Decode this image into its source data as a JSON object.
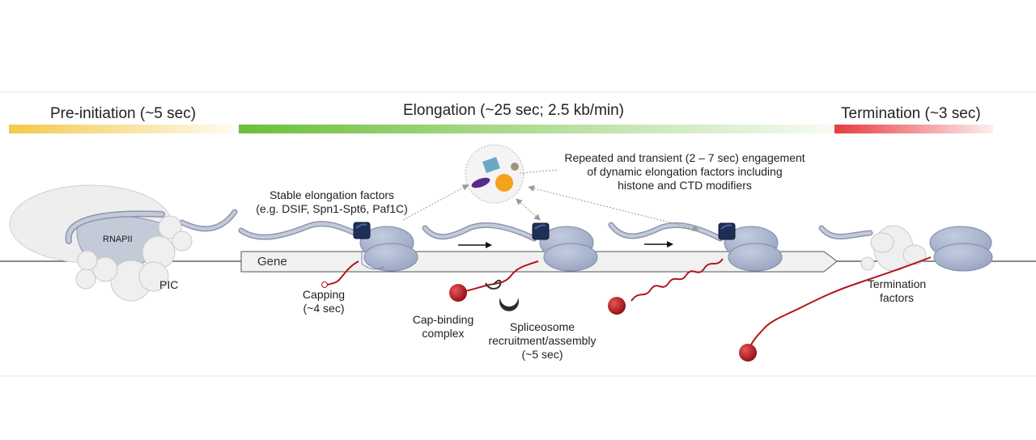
{
  "phases": {
    "preinitiation": "Pre-initiation (~5 sec)",
    "elongation": "Elongation (~25 sec; 2.5 kb/min)",
    "termination": "Termination (~3 sec)"
  },
  "labels": {
    "rnapii": "RNAPII",
    "pic": "PIC",
    "gene": "Gene",
    "stable_line1": "Stable elongation factors",
    "stable_line2": "(e.g. DSIF, Spn1-Spt6, Paf1C)",
    "dynamic_line1": "Repeated and transient (2 – 7 sec) engagement",
    "dynamic_line2": "of dynamic elongation factors including",
    "dynamic_line3": "histone and CTD modifiers",
    "capping_line1": "Capping",
    "capping_line2": "(~4 sec)",
    "capbinding_line1": "Cap-binding",
    "capbinding_line2": "complex",
    "splice_line1": "Spliceosome",
    "splice_line2": "recruitment/assembly",
    "splice_line3": "(~5 sec)",
    "term_line1": "Termination",
    "term_line2": "factors"
  },
  "colors": {
    "preinitiation_bar": "#f3c94a",
    "elongation_bar": "#6cbf3a",
    "termination_bar": "#e83a40",
    "polymerase": "#a9b4ce",
    "elongation_factor": "#1e2f57",
    "rna": "#b3141b",
    "cap": "#c0141b"
  }
}
